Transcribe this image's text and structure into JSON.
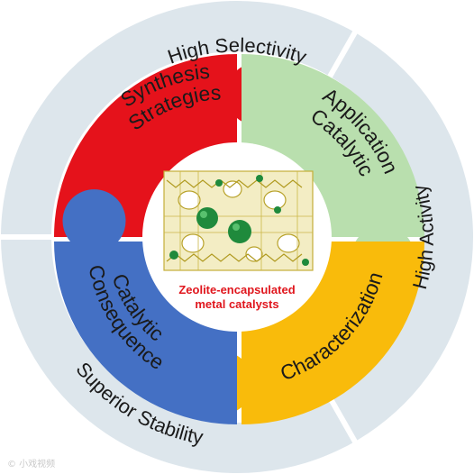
{
  "center": {
    "line1": "Zeolite-encapsulated",
    "line2": "metal catalysts"
  },
  "puzzle": {
    "top_left": {
      "line1": "Synthesis",
      "line2": "Strategies",
      "color": "#e5121b"
    },
    "top_right": {
      "line1": "Catalytic",
      "line2": "Application",
      "color": "#b9dfae"
    },
    "bottom_right": {
      "line1": "Characterization",
      "color": "#f9bb0b"
    },
    "bottom_left": {
      "line1": "Catalytic",
      "line2": "Consequence",
      "color": "#4470c4"
    }
  },
  "ring": {
    "top": "High Selectivity",
    "right": "High Activity",
    "bottom_left": "Superior Stability",
    "color": "#dde6ec"
  },
  "watermark": "© 小戏视频"
}
